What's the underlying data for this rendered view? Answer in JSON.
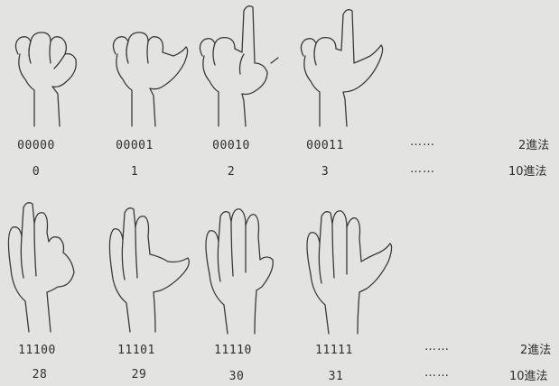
{
  "rows": [
    {
      "items": [
        {
          "binary": "00000",
          "decimal": "0"
        },
        {
          "binary": "00001",
          "decimal": "1"
        },
        {
          "binary": "00010",
          "decimal": "2"
        },
        {
          "binary": "00011",
          "decimal": "3"
        }
      ],
      "ellipsis": "……",
      "binary_label": "2進法",
      "decimal_label": "10進法"
    },
    {
      "items": [
        {
          "binary": "11100",
          "decimal": "28"
        },
        {
          "binary": "11101",
          "decimal": "29"
        },
        {
          "binary": "11110",
          "decimal": "30"
        },
        {
          "binary": "11111",
          "decimal": "31"
        }
      ],
      "ellipsis": "……",
      "binary_label": "2進法",
      "decimal_label": "10進法"
    }
  ]
}
